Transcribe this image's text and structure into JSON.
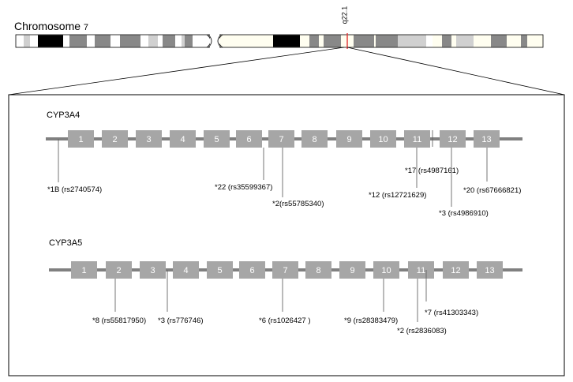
{
  "chromosome": {
    "title": "Chromosome",
    "number": "7",
    "band": "q22.1",
    "bands": [
      {
        "fill": "#ffffff"
      },
      {
        "fill": "#d0d0d0"
      },
      {
        "fill": "#ffffff"
      },
      {
        "fill": "#000000"
      },
      {
        "fill": "#ffffff"
      },
      {
        "fill": "#888888"
      },
      {
        "fill": "#ffffff"
      },
      {
        "fill": "#888888"
      },
      {
        "fill": "#ffffff"
      },
      {
        "fill": "#000000"
      },
      {
        "fill": "#ffffff"
      },
      {
        "fill": "#888888"
      },
      {
        "fill": "#ffffff"
      },
      {
        "fill": "#888888"
      },
      {
        "fill": "#ffffff"
      },
      {
        "fill": "#d0d0d0"
      },
      {
        "fill": "#ffffff"
      },
      {
        "fill": "#000000"
      },
      {
        "fill": "#ffffff"
      },
      {
        "fill": "#888888"
      },
      {
        "fill": "#ffffff"
      },
      {
        "fill": "#888888"
      },
      {
        "fill": "#ffffff"
      },
      {
        "fill": "#888888"
      },
      {
        "fill": "#ffffff"
      },
      {
        "fill": "#d0d0d0"
      },
      {
        "fill": "#ffffff"
      },
      {
        "fill": "#888888"
      },
      {
        "fill": "#ffffff"
      }
    ],
    "marker_color": "#e03030"
  },
  "genes": [
    {
      "name": "CYP3A4",
      "exons": [
        "1",
        "2",
        "3",
        "4",
        "5",
        "6",
        "7",
        "8",
        "9",
        "10",
        "11",
        "12",
        "13"
      ],
      "variants": [
        {
          "label": "*1B (rs2740574)"
        },
        {
          "label": "*22 (rs35599367)"
        },
        {
          "label": "*2(rs55785340)"
        },
        {
          "label": "*17 (rs4987161)"
        },
        {
          "label": "*12 (rs12721629)"
        },
        {
          "label": "*3 (rs4986910)"
        },
        {
          "label": "*20 (rs67666821)"
        }
      ]
    },
    {
      "name": "CYP3A5",
      "exons": [
        "1",
        "2",
        "3",
        "4",
        "5",
        "6",
        "7",
        "8",
        "9",
        "10",
        "11",
        "12",
        "13"
      ],
      "variants": [
        {
          "label": "*8 (rs55817950)"
        },
        {
          "label": "*3 (rs776746)"
        },
        {
          "label": "*6 (rs1026427 )"
        },
        {
          "label": "*9 (rs28383479)"
        },
        {
          "label": "*2 (rs2836083)"
        },
        {
          "label": "*7 (rs41303343)"
        }
      ]
    }
  ],
  "colors": {
    "exon": "#a6a6a6",
    "backbone": "#808080",
    "leader": "#666666",
    "frame": "#000000"
  }
}
